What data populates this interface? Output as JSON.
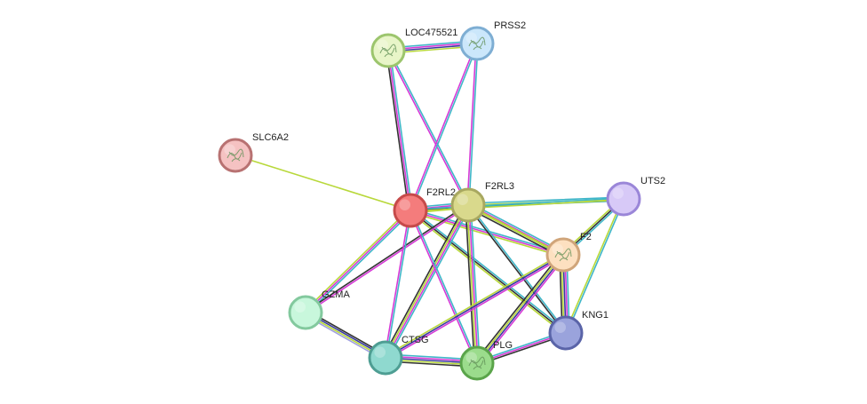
{
  "network": {
    "nodes": [
      {
        "id": "F2RL2",
        "label": "F2RL2",
        "color": "#f47c7c",
        "stroke": "#c64a4a",
        "structure": false
      },
      {
        "id": "F2RL3",
        "label": "F2RL3",
        "color": "#d9d98c",
        "stroke": "#a8a860",
        "structure": false
      },
      {
        "id": "LOC475521",
        "label": "LOC475521",
        "color": "#e8f5c8",
        "stroke": "#9cc56d",
        "structure": true
      },
      {
        "id": "PRSS2",
        "label": "PRSS2",
        "color": "#cbe7fb",
        "stroke": "#7eaed3",
        "structure": true
      },
      {
        "id": "SLC6A2",
        "label": "SLC6A2",
        "color": "#f5c2c2",
        "stroke": "#b87272",
        "structure": true
      },
      {
        "id": "UTS2",
        "label": "UTS2",
        "color": "#d7c9f7",
        "stroke": "#9a86d8",
        "structure": false
      },
      {
        "id": "F2",
        "label": "F2",
        "color": "#fde0c0",
        "stroke": "#d0a57a",
        "structure": true
      },
      {
        "id": "GZMA",
        "label": "GZMA",
        "color": "#c8f7dc",
        "stroke": "#83c99e",
        "structure": false
      },
      {
        "id": "CTSG",
        "label": "CTSG",
        "color": "#8fd9cf",
        "stroke": "#4e9e93",
        "structure": false
      },
      {
        "id": "PLG",
        "label": "PLG",
        "color": "#9bdc8c",
        "stroke": "#5aa44a",
        "structure": true
      },
      {
        "id": "KNG1",
        "label": "KNG1",
        "color": "#9aa3dc",
        "stroke": "#5a64a8",
        "structure": false
      }
    ],
    "edges": [
      {
        "source": "LOC475521",
        "target": "PRSS2",
        "colors": [
          "#3fb6c8",
          "#d63ad6",
          "#3a3aa0",
          "#b8d83a"
        ]
      },
      {
        "source": "LOC475521",
        "target": "F2RL2",
        "colors": [
          "#3fb6c8",
          "#d63ad6",
          "#333333"
        ]
      },
      {
        "source": "LOC475521",
        "target": "F2RL3",
        "colors": [
          "#3fb6c8",
          "#d63ad6"
        ]
      },
      {
        "source": "PRSS2",
        "target": "F2RL2",
        "colors": [
          "#3fb6c8",
          "#d63ad6"
        ]
      },
      {
        "source": "PRSS2",
        "target": "F2RL3",
        "colors": [
          "#3fb6c8",
          "#d63ad6"
        ]
      },
      {
        "source": "SLC6A2",
        "target": "F2RL2",
        "colors": [
          "#b8d83a"
        ]
      },
      {
        "source": "F2RL2",
        "target": "F2RL3",
        "colors": [
          "#3fb6c8",
          "#d63ad6",
          "#333333",
          "#b8d83a"
        ]
      },
      {
        "source": "F2RL3",
        "target": "UTS2",
        "colors": [
          "#3fb6c8",
          "#b8d83a",
          "#2a9fae"
        ]
      },
      {
        "source": "F2RL2",
        "target": "UTS2",
        "colors": [
          "#3fb6c8",
          "#b8d83a"
        ]
      },
      {
        "source": "F2RL2",
        "target": "F2",
        "colors": [
          "#3fb6c8",
          "#d63ad6",
          "#b8d83a"
        ]
      },
      {
        "source": "F2RL3",
        "target": "F2",
        "colors": [
          "#3fb6c8",
          "#d63ad6",
          "#b8d83a",
          "#333333"
        ]
      },
      {
        "source": "F2RL2",
        "target": "KNG1",
        "colors": [
          "#3fb6c8",
          "#333333",
          "#b8d83a"
        ]
      },
      {
        "source": "F2RL3",
        "target": "KNG1",
        "colors": [
          "#3fb6c8",
          "#333333"
        ]
      },
      {
        "source": "F2RL2",
        "target": "GZMA",
        "colors": [
          "#3fb6c8",
          "#d63ad6",
          "#b8d83a"
        ]
      },
      {
        "source": "F2RL3",
        "target": "GZMA",
        "colors": [
          "#d63ad6",
          "#333333"
        ]
      },
      {
        "source": "F2RL2",
        "target": "CTSG",
        "colors": [
          "#3fb6c8",
          "#d63ad6"
        ]
      },
      {
        "source": "F2RL3",
        "target": "CTSG",
        "colors": [
          "#3fb6c8",
          "#d63ad6",
          "#b8d83a",
          "#333333"
        ]
      },
      {
        "source": "F2RL2",
        "target": "PLG",
        "colors": [
          "#3fb6c8",
          "#d63ad6"
        ]
      },
      {
        "source": "F2RL3",
        "target": "PLG",
        "colors": [
          "#3fb6c8",
          "#d63ad6",
          "#b8d83a",
          "#333333"
        ]
      },
      {
        "source": "UTS2",
        "target": "F2",
        "colors": [
          "#3fb6c8",
          "#333333",
          "#b8d83a"
        ]
      },
      {
        "source": "UTS2",
        "target": "KNG1",
        "colors": [
          "#3fb6c8",
          "#b8d83a"
        ]
      },
      {
        "source": "F2",
        "target": "KNG1",
        "colors": [
          "#3fb6c8",
          "#d63ad6",
          "#3a3aa0",
          "#b8d83a",
          "#333333"
        ]
      },
      {
        "source": "F2",
        "target": "PLG",
        "colors": [
          "#d63ad6",
          "#3a3aa0",
          "#b8d83a",
          "#333333"
        ]
      },
      {
        "source": "F2",
        "target": "CTSG",
        "colors": [
          "#d63ad6",
          "#3a3aa0",
          "#b8d83a"
        ]
      },
      {
        "source": "GZMA",
        "target": "CTSG",
        "colors": [
          "#333333",
          "#3a3aa0",
          "#b8d83a",
          "#a0a0e0"
        ]
      },
      {
        "source": "CTSG",
        "target": "PLG",
        "colors": [
          "#3fb6c8",
          "#d63ad6",
          "#3a3aa0",
          "#b8d83a",
          "#333333"
        ]
      },
      {
        "source": "PLG",
        "target": "KNG1",
        "colors": [
          "#3fb6c8",
          "#d63ad6",
          "#333333"
        ]
      },
      {
        "source": "F2",
        "target": "F2RL3",
        "colors": [
          "#b8d83a"
        ]
      }
    ]
  }
}
